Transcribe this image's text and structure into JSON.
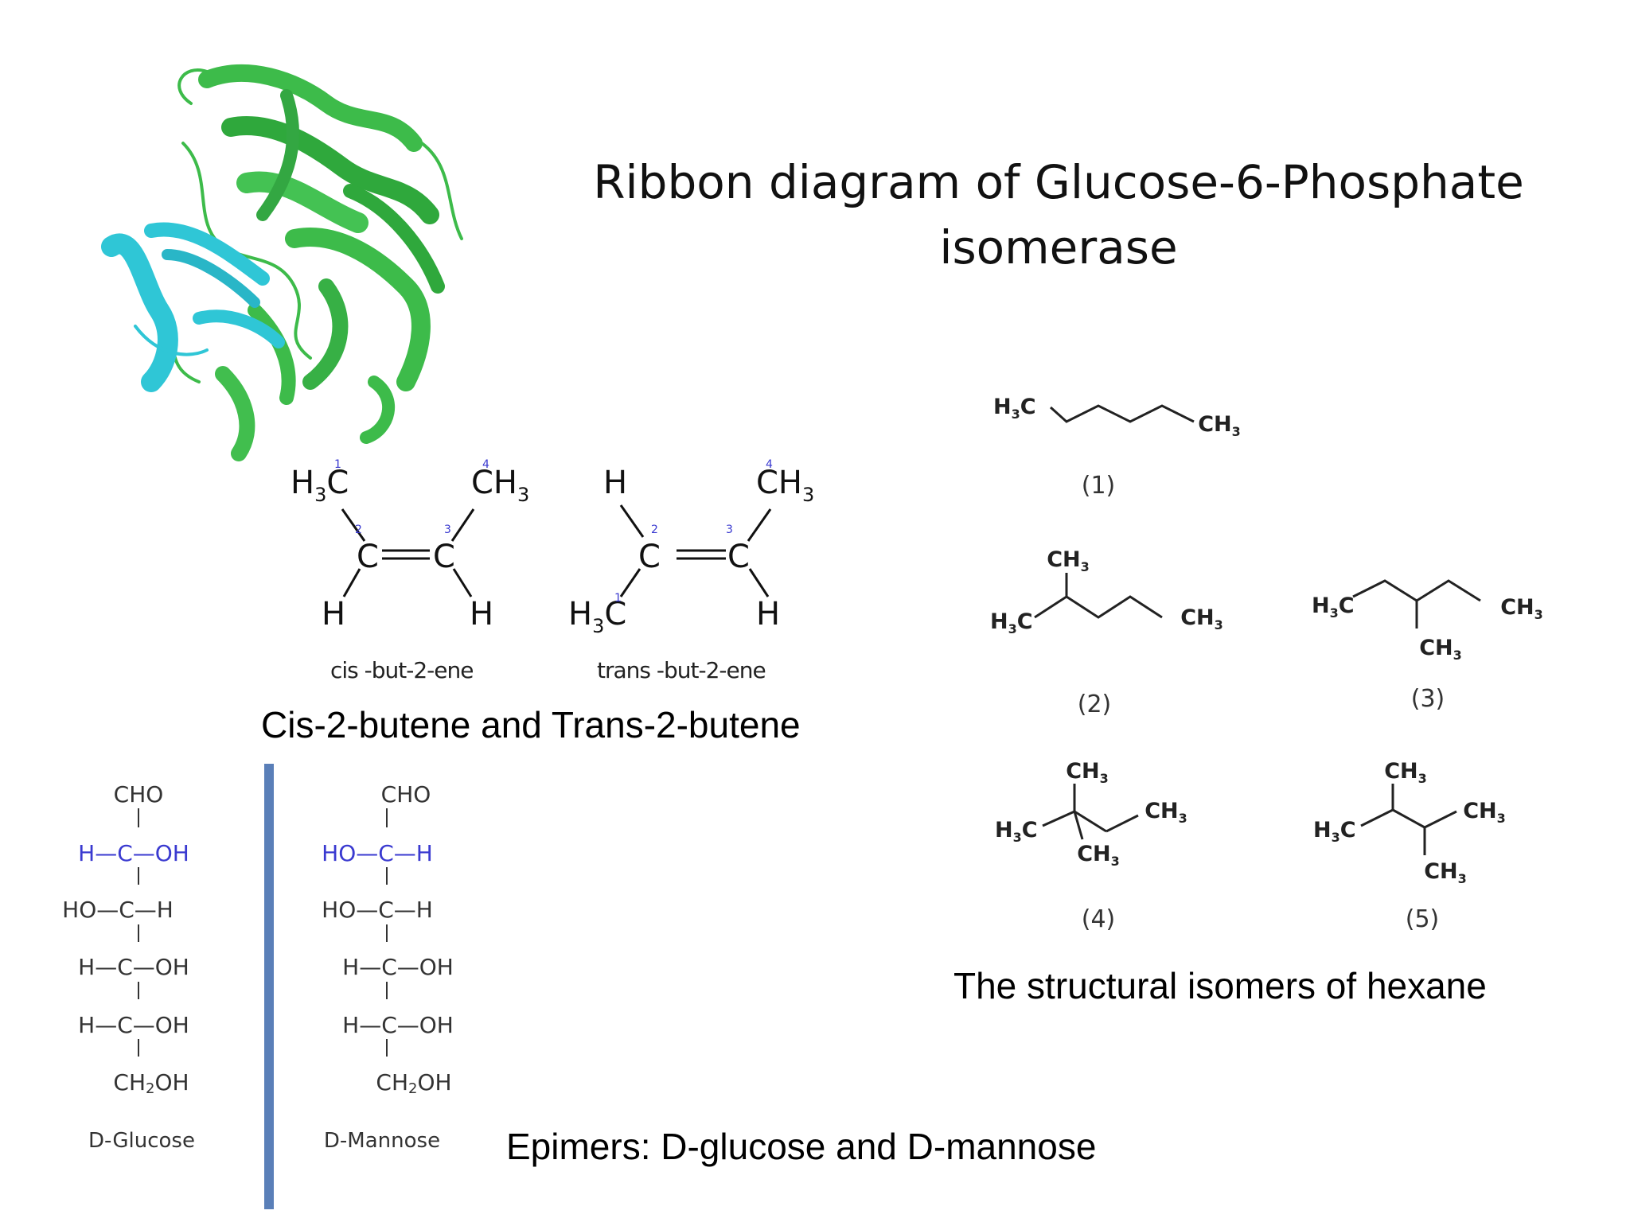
{
  "title": "Ribbon diagram of Glucose-6-Phosphate isomerase",
  "captions": {
    "butene": "Cis-2-butene and Trans-2-butene",
    "hexane": "The structural isomers of hexane",
    "epimers": "Epimers: D-glucose and D-mannose"
  },
  "butene": {
    "cis": {
      "label": "cis -but-2-ene",
      "h3c": "H3C",
      "ch3": "CH3",
      "c": "C",
      "h": "H",
      "nums": [
        "1",
        "2",
        "3",
        "4"
      ]
    },
    "trans": {
      "label": "trans -but-2-ene",
      "h": "H",
      "ch3": "CH3",
      "c": "C",
      "h3c": "H3C",
      "nums": [
        "1",
        "2",
        "3",
        "4"
      ]
    }
  },
  "hexane": {
    "isomers": [
      {
        "number": "(1)",
        "groups": [
          "H3C",
          "CH3"
        ]
      },
      {
        "number": "(2)",
        "groups": [
          "CH3",
          "H3C",
          "CH3"
        ]
      },
      {
        "number": "(3)",
        "groups": [
          "H3C",
          "CH3",
          "CH3"
        ]
      },
      {
        "number": "(4)",
        "groups": [
          "CH3",
          "H3C",
          "CH3",
          "CH3"
        ]
      },
      {
        "number": "(5)",
        "groups": [
          "CH3",
          "H3C",
          "CH3",
          "CH3"
        ]
      }
    ]
  },
  "sugars": {
    "glucose": {
      "name": "D-Glucose",
      "rows": [
        "CHO",
        "H—C—OH",
        "HO—C—H",
        "H—C—OH",
        "H—C—OH",
        "CH2OH"
      ]
    },
    "mannose": {
      "name": "D-Mannose",
      "rows": [
        "CHO",
        "HO—C—H",
        "HO—C—H",
        "H—C—OH",
        "H—C—OH",
        "CH2OH"
      ]
    }
  },
  "colors": {
    "protein_green": "#3dbb4a",
    "protein_cyan": "#2fc6d6",
    "highlight_blue": "#3a3ad0",
    "divider_blue": "#5a7fb8"
  },
  "icons": {
    "ribbon": "protein-ribbon-image"
  }
}
